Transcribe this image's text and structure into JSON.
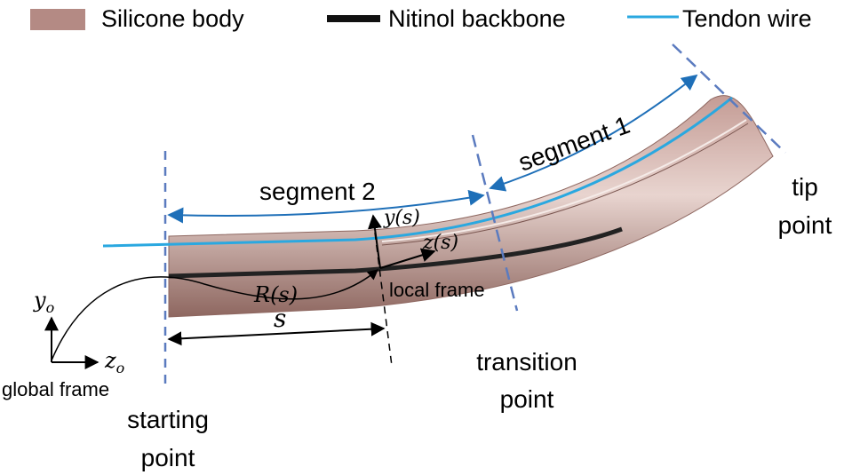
{
  "legend": {
    "items": [
      {
        "label": "Silicone body",
        "color": "#b48a84"
      },
      {
        "label": "Nitinol backbone",
        "color": "#111111"
      },
      {
        "label": "Tendon wire",
        "color": "#2aa8e0"
      }
    ]
  },
  "segments": {
    "segment1": "segment 1",
    "segment2": "segment 2"
  },
  "points": {
    "start_line1": "starting",
    "start_line2": "point",
    "transition_line1": "transition",
    "transition_line2": "point",
    "tip_line1": "tip",
    "tip_line2": "point"
  },
  "frames": {
    "local": "local frame",
    "global": "global frame",
    "y_s": "y(s)",
    "z_s": "z(s)",
    "R_s": "R(s)",
    "s": "s",
    "y_o_base": "y",
    "y_o_sub": "o",
    "z_o_base": "z",
    "z_o_sub": "o"
  },
  "colors": {
    "dimension_arrow": "#1e6fb8",
    "dash_line": "#5b7bbf",
    "tendon": "#2aa8e0",
    "body": "#a27a74",
    "backbone": "#222222"
  }
}
